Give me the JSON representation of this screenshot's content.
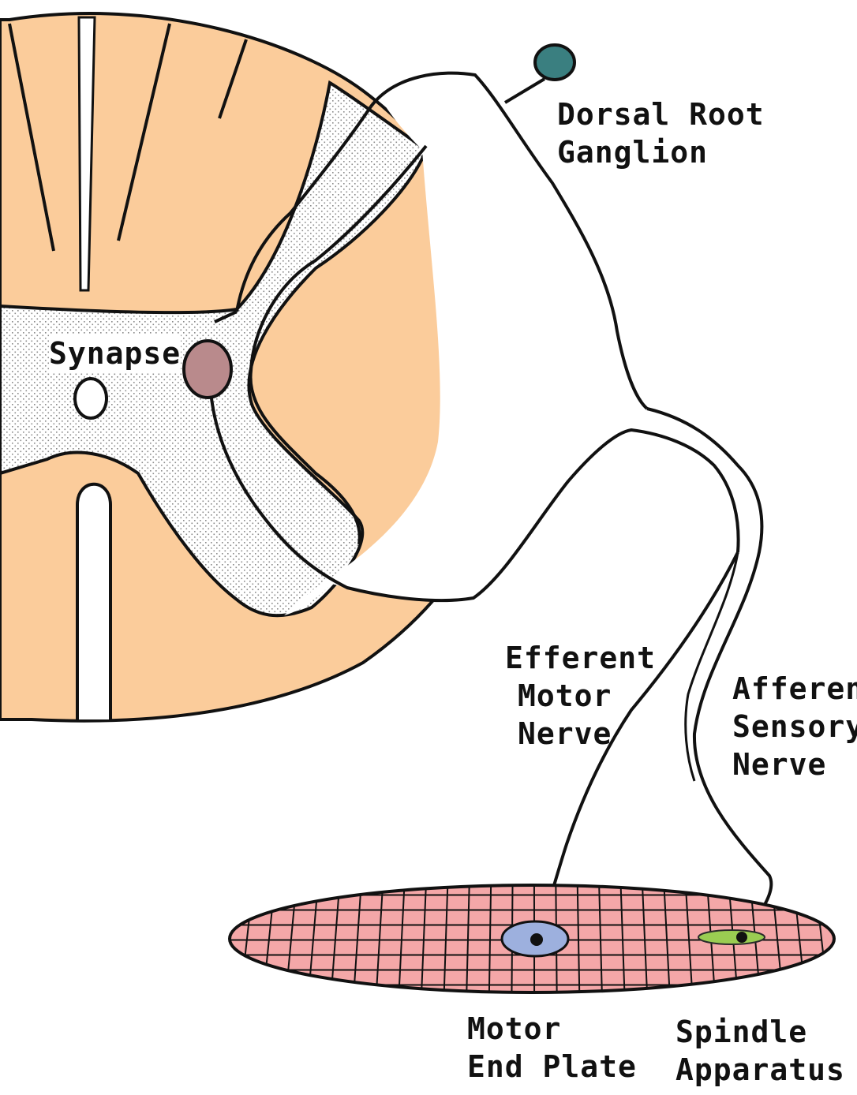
{
  "colors": {
    "background": "#ffffff",
    "white_matter": "#fbcc9b",
    "grey_matter_dots": "#9a9a9a",
    "ganglion": "#3a7f80",
    "synapse": "#b98a8c",
    "muscle": "#f4a7a8",
    "motor_end_plate": "#9db0de",
    "spindle": "#9acd52",
    "outline": "#111111"
  },
  "icons": {
    "ganglion": "dorsal-root-ganglion-icon",
    "synapse": "synapse-icon",
    "muscle": "muscle-fiber-icon",
    "end_plate": "motor-end-plate-icon",
    "spindle": "spindle-apparatus-icon"
  },
  "labels": {
    "dorsal_root_ganglion": [
      "Dorsal Root",
      "Ganglion"
    ],
    "synapse": "Synapse",
    "efferent_motor_nerve": [
      "Efferent",
      "Motor",
      "Nerve"
    ],
    "afferent_sensory_nerve": [
      "Afferent",
      "Sensory",
      "Nerve"
    ],
    "motor_end_plate": [
      "Motor",
      "End Plate"
    ],
    "spindle_apparatus": [
      "Spindle",
      "Apparatus"
    ]
  }
}
